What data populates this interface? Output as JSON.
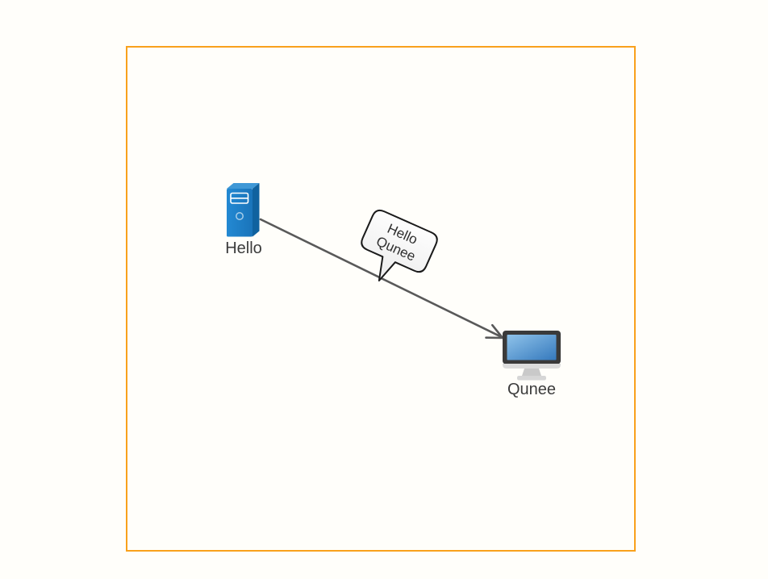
{
  "canvas": {
    "border_color": "#f9a11c",
    "background_color": "#fffefa"
  },
  "graph": {
    "nodes": [
      {
        "id": "hello",
        "label": "Hello",
        "icon": "server-icon",
        "colors": {
          "front": "#1e7ec8",
          "side": "#10629f",
          "top": "#3f98d6",
          "detail": "#ffffff",
          "power_ring": "#a8cde9"
        }
      },
      {
        "id": "qunee",
        "label": "Qunee",
        "icon": "monitor-icon",
        "colors": {
          "bezel": "#3a3a3a",
          "screen_top": "#8fc3ea",
          "screen_bottom": "#3579bd",
          "chin": "#dcdcdc",
          "stand": "#c9c9c9",
          "base": "#d6d6d6"
        }
      }
    ],
    "edge": {
      "from": "Hello",
      "to": "Qunee",
      "color": "#595959",
      "label": {
        "lines": [
          "Hello",
          "Qunee"
        ],
        "text_color": "#2f2f2f",
        "bubble_fill_top": "#fdfdfd",
        "bubble_fill_bottom": "#ebebeb",
        "bubble_stroke": "#1a1a1a"
      }
    },
    "label_color": "#3c3c3c"
  }
}
